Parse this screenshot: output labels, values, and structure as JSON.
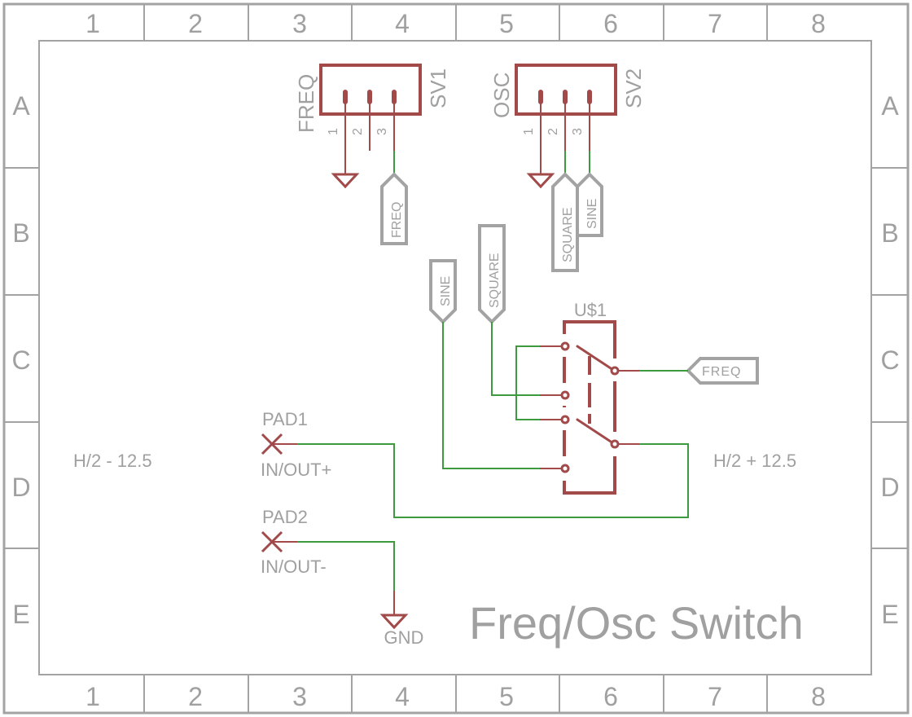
{
  "title": "Freq/Osc Switch",
  "frame": {
    "columns": [
      "1",
      "2",
      "3",
      "4",
      "5",
      "6",
      "7",
      "8"
    ],
    "rows": [
      "A",
      "B",
      "C",
      "D",
      "E"
    ]
  },
  "annotations": {
    "left_note": "H/2 - 12.5",
    "right_note": "H/2 + 12.5"
  },
  "colors": {
    "symbol": "#a24a4a",
    "net": "#3e9a3e",
    "text": "#a0a0a0",
    "frame": "#a3a3a3"
  },
  "parts": {
    "sv1": {
      "name": "SV1",
      "value": "FREQ",
      "pins": [
        "1",
        "2",
        "3"
      ]
    },
    "sv2": {
      "name": "SV2",
      "value": "OSC",
      "pins": [
        "1",
        "2",
        "3"
      ]
    },
    "u1": {
      "name": "U$1"
    },
    "pad1": {
      "name": "PAD1",
      "value": "IN/OUT+"
    },
    "pad2": {
      "name": "PAD2",
      "value": "IN/OUT-"
    },
    "gnd": {
      "name": "GND"
    }
  },
  "net_labels": {
    "freq_sv1": "FREQ",
    "square_sv2": "SQUARE",
    "sine_sv2": "SINE",
    "sine_u1": "SINE",
    "square_u1": "SQUARE",
    "freq_u1": "FREQ"
  }
}
